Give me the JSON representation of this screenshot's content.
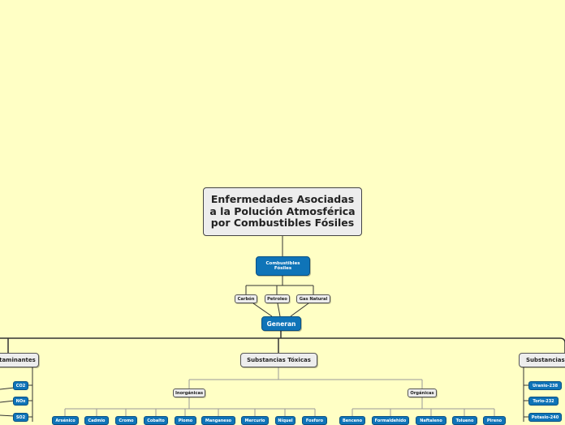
{
  "title": "Enfermedades Asociadas a la Polución Atmosférica por Combustibles Fósiles",
  "fossil": "Combustibles Fósiles",
  "fuels": [
    "Carbón",
    "Petroleo",
    "Gas Natural"
  ],
  "generan": "Generan",
  "contaminants": "Contaminantes",
  "toxic": "Substancias Tóxicas",
  "radioactive": "Substancias",
  "inorganic": "Inorgánicas",
  "organic": "Orgánicas",
  "contaminant_items": [
    "CO2",
    "NOx",
    "SO2"
  ],
  "radioactive_items": [
    "Uranio-238",
    "Torio-232",
    "Potasio-240"
  ],
  "inorganic_items": [
    "Arsénico",
    "Cadmio",
    "Cromo",
    "Cobalto",
    "Plomo",
    "Manganeso",
    "Mercurio",
    "Níquel",
    "Fosforo"
  ],
  "organic_items": [
    "Benceno",
    "Formaldehido",
    "Naftaleno",
    "Tolueno",
    "Pireno"
  ],
  "colors": {
    "background": "#ffffc5",
    "node_blue": "#0f74b8",
    "node_gray": "#ededed",
    "line": "#333333"
  }
}
